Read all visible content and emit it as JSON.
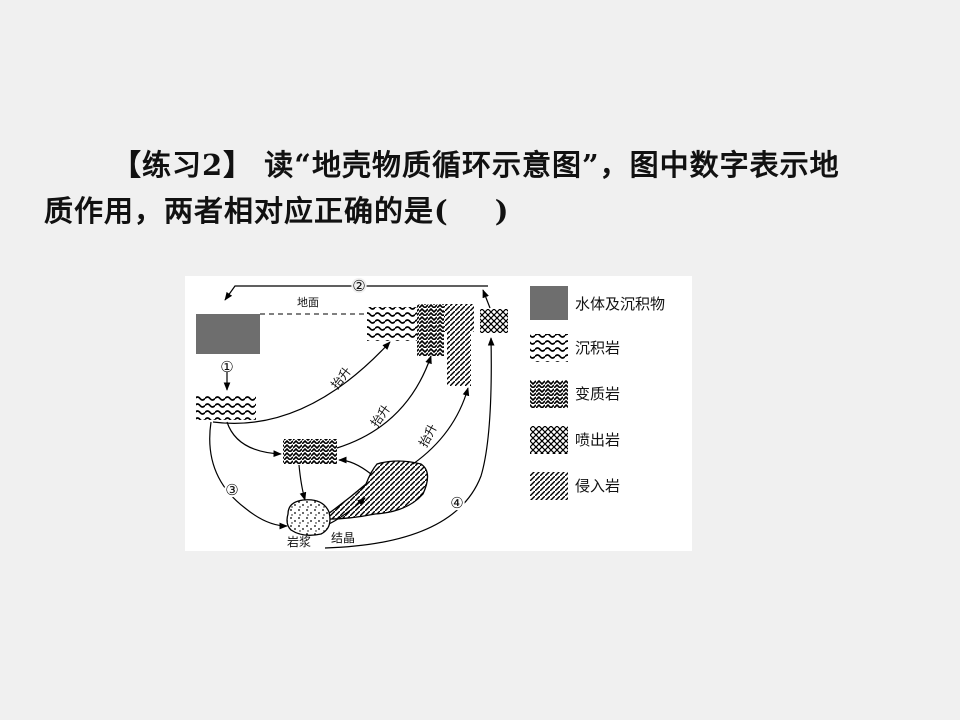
{
  "question": {
    "bracket_label": "【练习2】",
    "line1_rest": "读“地壳物质循环示意图”，图中数字表示地",
    "line2": "质作用，两者相对应正确的是(",
    "close_paren": ")"
  },
  "diagram": {
    "ground_label": "地面",
    "numbers": {
      "n1": "①",
      "n2": "②",
      "n3": "③",
      "n4": "④"
    },
    "uplift_label": "抬升",
    "magma_label": "岩浆",
    "crystal_label": "结晶",
    "legend": [
      {
        "key": "water",
        "label": "水体及沉积物"
      },
      {
        "key": "sedimentary",
        "label": "沉积岩"
      },
      {
        "key": "metamorphic",
        "label": "变质岩"
      },
      {
        "key": "extrusive",
        "label": "喷出岩"
      },
      {
        "key": "intrusive",
        "label": "侵入岩"
      }
    ]
  },
  "colors": {
    "water_fill": "#6e6e6e",
    "slide_bg": "#f0f0f0"
  }
}
